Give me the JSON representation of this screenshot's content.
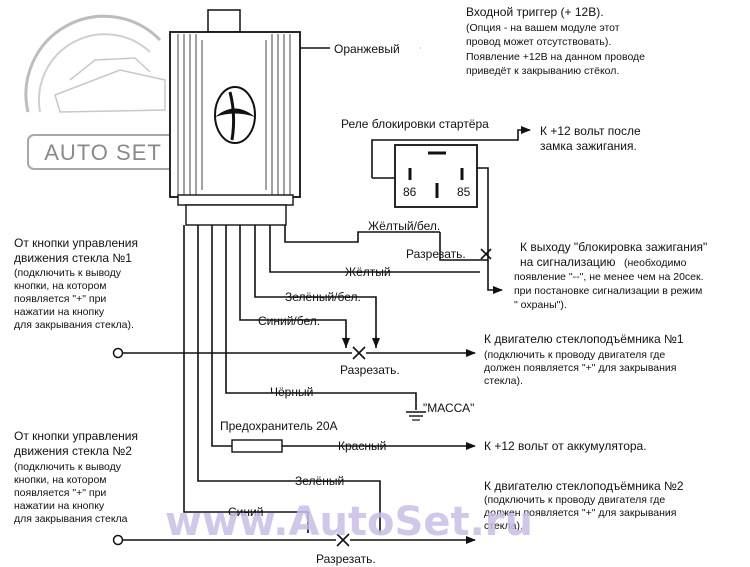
{
  "logo": {
    "text": "AUTO SET"
  },
  "watermark": {
    "text": "www.AutoSet.ru"
  },
  "module": {
    "icon": "brand-emblem"
  },
  "wires": {
    "orange": "Оранжевый",
    "yellow_white": "Жёлтый/бел.",
    "yellow": "Жёлтый",
    "green_white": "Зелёный/бел.",
    "blue_white": "Синий/бел.",
    "black": "Чёрный",
    "red": "Красный",
    "green": "Зелёный",
    "blue": "Синий"
  },
  "input_trigger": {
    "line1": "Входной триггер (+ 12В).",
    "line2": "(Опция - на вашем модуле этот",
    "line3": "провод может отсутствовать).",
    "line4": "Появление +12В на данном проводе",
    "line5": "приведёт к закрыванию стёкол."
  },
  "relay": {
    "title": "Реле блокировки стартёра",
    "pin_86": "86",
    "pin_85": "85"
  },
  "ignition": {
    "line1": "К +12 вольт после",
    "line2": "замка зажигания."
  },
  "cut_labels": {
    "cut1": "Разрезать.",
    "cut2": "Разрезать.",
    "cut3": "Разрезать."
  },
  "ignition_block": {
    "line1": "К выходу \"блокировка зажигания\"",
    "line2": "на сигнализацию",
    "line2b": "(необходимо",
    "line3": "появление \"--\", не менее чем на 20сек.",
    "line4": "при постановке сигнализации в режим",
    "line5": "\" охраны\")."
  },
  "button1": {
    "line1": "От кнопки управления",
    "line2": "движения стекла №1",
    "line3": "(подключить к выводу",
    "line4": "кнопки, на котором",
    "line5": "появляется \"+\" при",
    "line6": "нажатии на кнопку",
    "line7": "для закрывания стекла)."
  },
  "motor1": {
    "line1": "К двигателю стеклоподъёмника №1",
    "line2": "(подключить к проводу двигателя где",
    "line3": "должен появляется \"+\" для закрывания",
    "line4": "стекла)."
  },
  "ground": {
    "label": "\"МАССА\""
  },
  "fuse": {
    "label": "Предохранитель 20А"
  },
  "battery": {
    "label": "К +12 вольт от аккумулятора."
  },
  "button2": {
    "line1": "От кнопки управления",
    "line2": "движения стекла №2",
    "line3": "(подключить к выводу",
    "line4": "кнопки, на котором",
    "line5": "появляется \"+\" при",
    "line6": "нажатии на кнопку",
    "line7": "для закрывания стекла"
  },
  "motor2": {
    "line1": "К двигателю стеклоподъёмника №2",
    "line2": "(подключить к проводу двигателя где",
    "line3": "должен появляется \"+\" для закрывания",
    "line4": "стекла)."
  }
}
